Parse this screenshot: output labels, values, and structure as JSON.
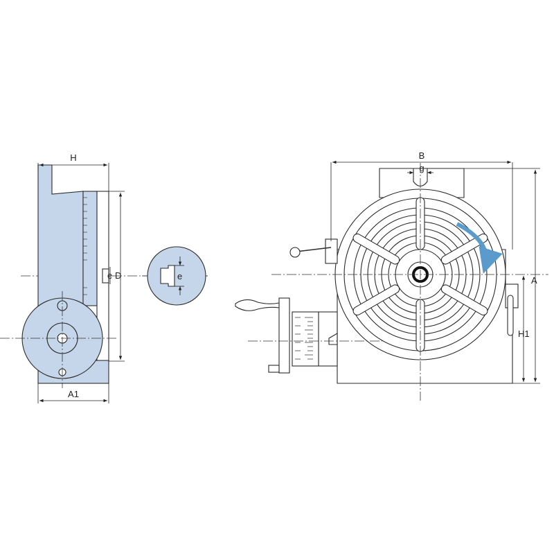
{
  "labels": {
    "H": "H",
    "A1": "A1",
    "D": "D",
    "e_side": "e",
    "e_detail": "e",
    "B": "B",
    "g": "g",
    "A": "A",
    "H1": "H1"
  },
  "colors": {
    "body_fill": "#c5d6ea",
    "line": "#2a2a2a",
    "arrow": "#5a9bcc"
  }
}
